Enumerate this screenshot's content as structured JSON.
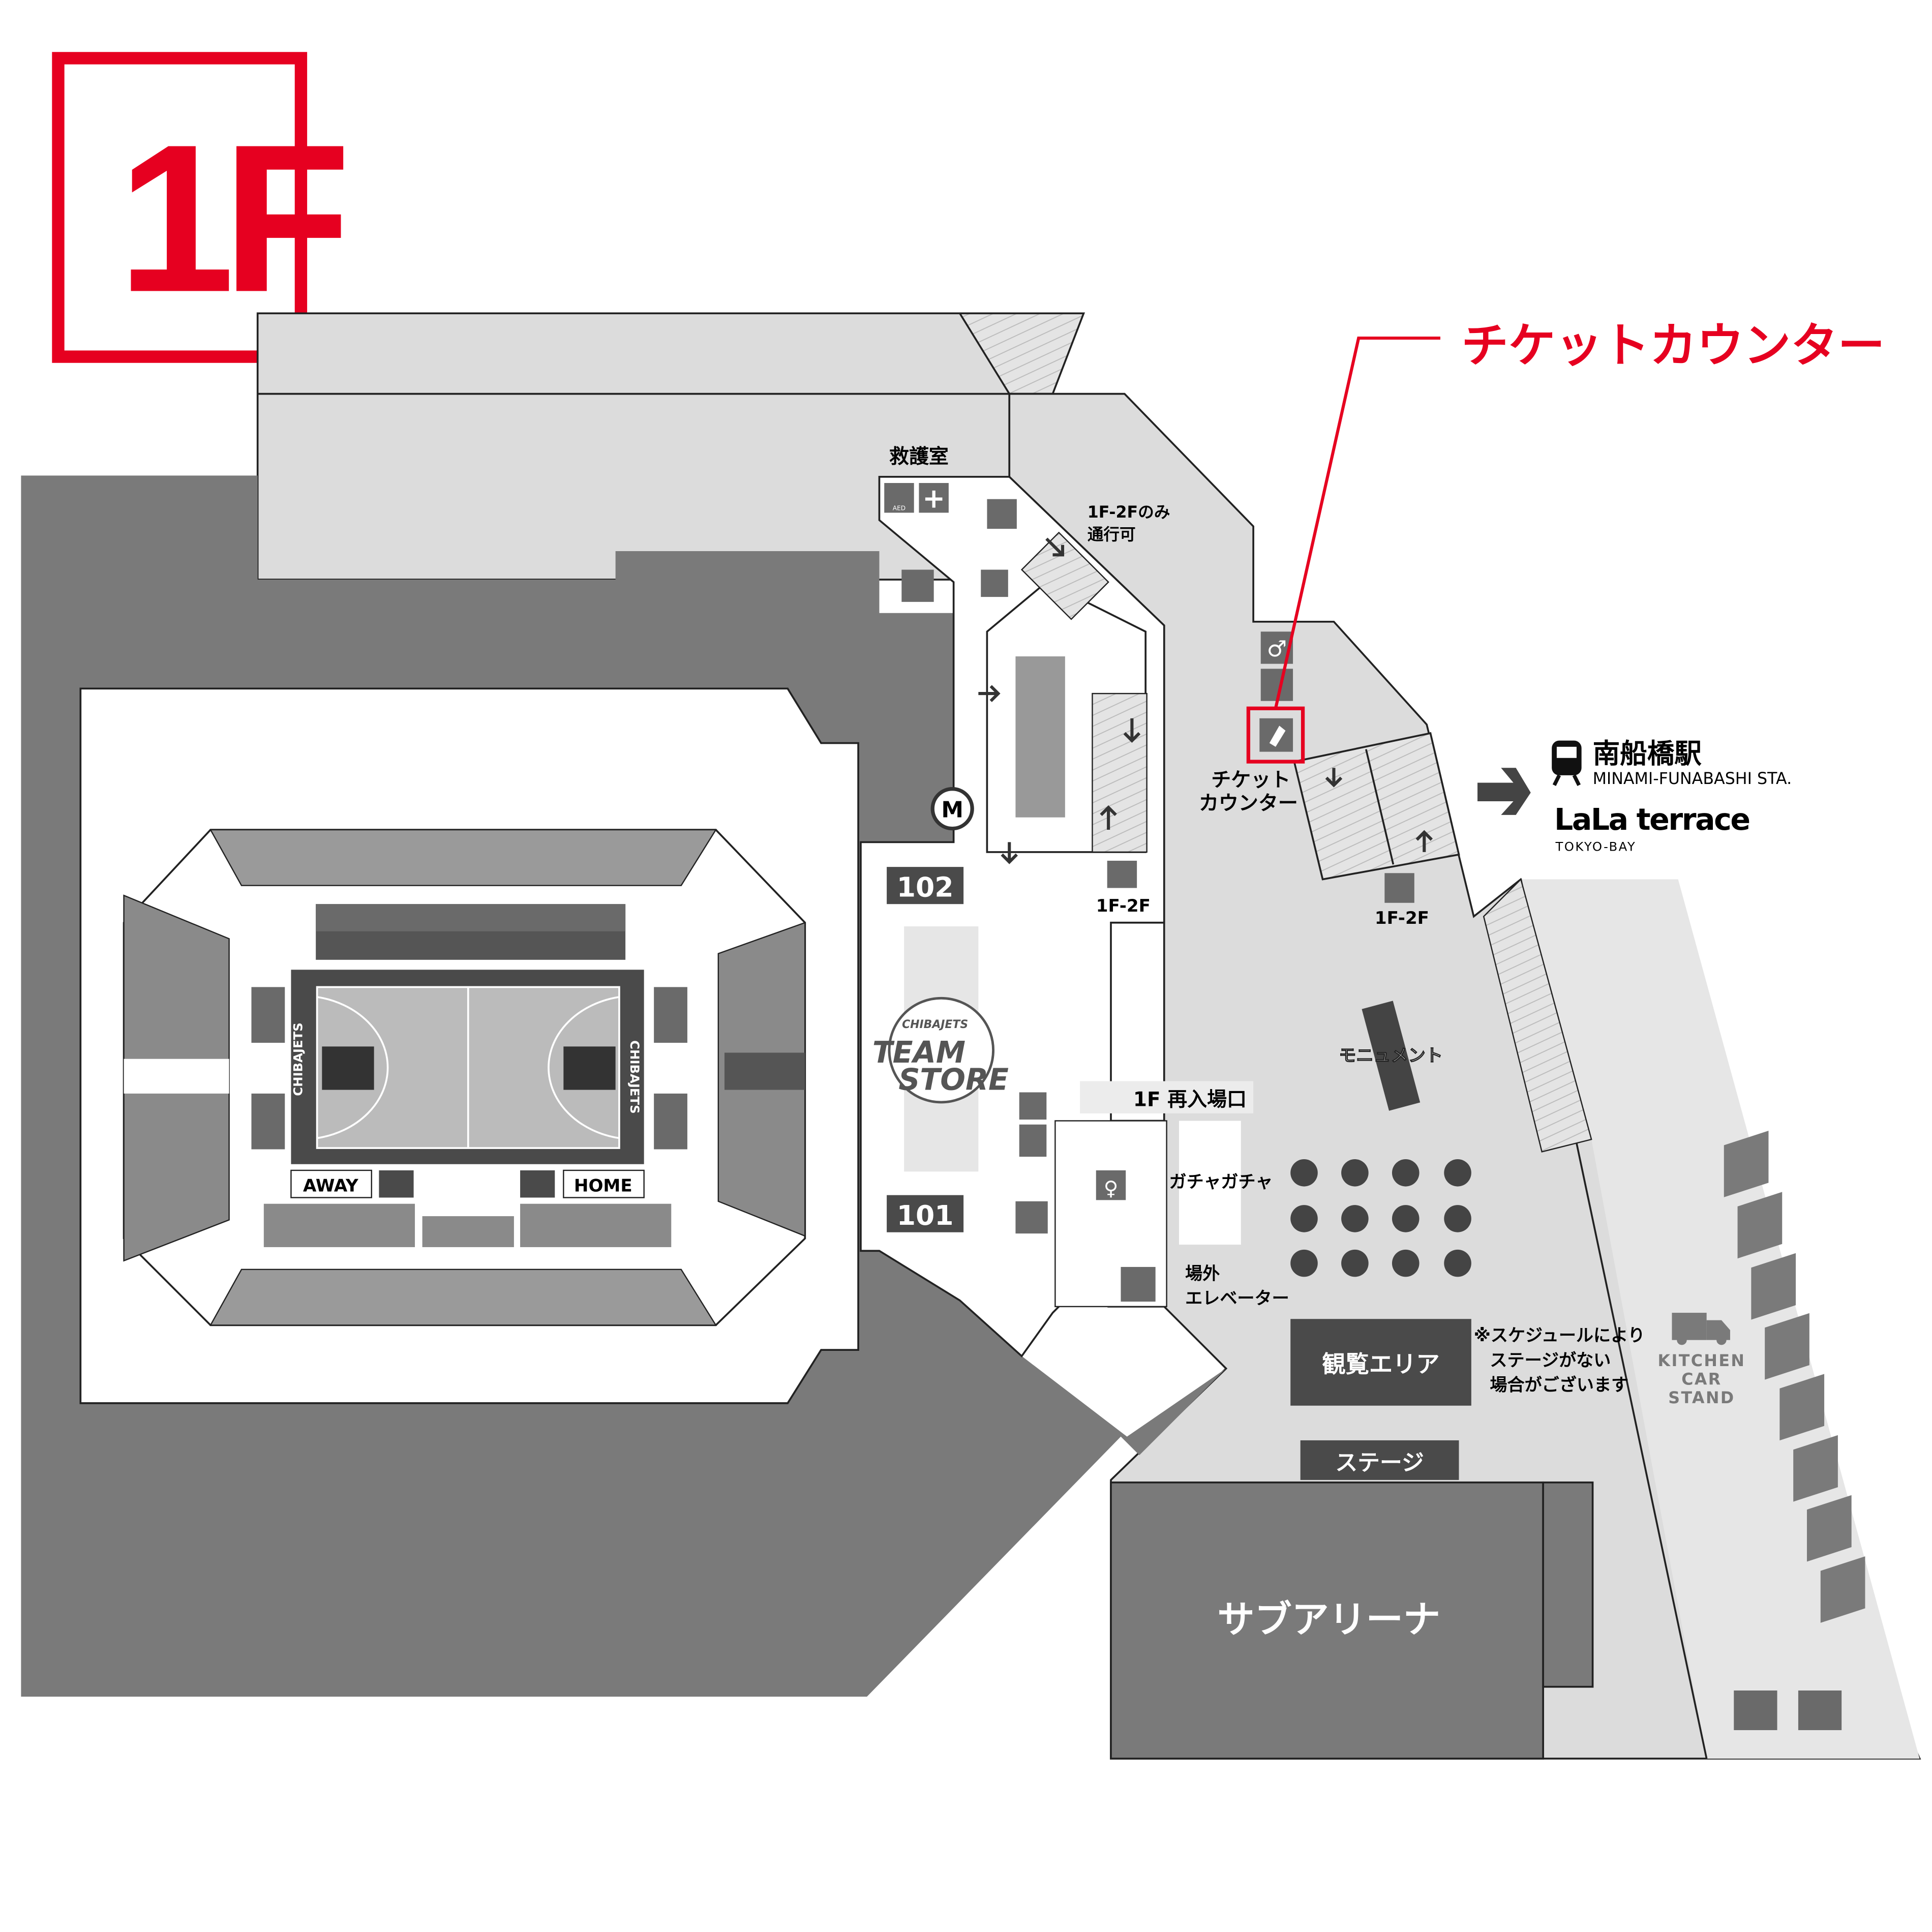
{
  "floor": {
    "label": "1F",
    "color": "#e60020"
  },
  "callout": {
    "label": "チケットカウンター",
    "color": "#e60020"
  },
  "rooms": {
    "first_aid": "救護室",
    "one_way_line1": "1F-2Fのみ",
    "one_way_line2": "通行可",
    "ticket_counter_line1": "チケット",
    "ticket_counter_line2": "カウンター",
    "stairs_label": "1F-2F",
    "escalator_label": "1F-2F",
    "gate_102": "102",
    "gate_101": "101",
    "reentry": "1F 再入場口",
    "gacha": "ガチャガチャ",
    "ext_elevator_line1": "場外",
    "ext_elevator_line2": "エレベーター",
    "monument": "モニュメント",
    "viewing_area": "観覧エリア",
    "stage": "ステージ",
    "note_line1": "※スケジュールにより",
    "note_line2": "ステージがない",
    "note_line3": "場合がございます",
    "sub_arena": "サブアリーナ",
    "kitchen_line1": "KITCHEN",
    "kitchen_line2": "CAR",
    "kitchen_line3": "STAND",
    "team_store_brand": "CHIBAJETS",
    "team_store_line1": "TEAM",
    "team_store_line2": "STORE",
    "away": "AWAY",
    "home": "HOME",
    "court_side_left": "CHIBAJETS",
    "court_side_right": "CHIBAJETS",
    "merch_marker": "M",
    "aed": "AED"
  },
  "destination": {
    "station_jp": "南船橋駅",
    "station_en": "MINAMI-FUNABASHI STA.",
    "mall": "LaLa terrace",
    "mall_sub": "TOKYO-BAY"
  },
  "colors": {
    "dark": "#7a7a7a",
    "darker": "#4a4a4a",
    "light": "#dcdcdc",
    "mid": "#b4b4b4",
    "icon": "#6a6a6a"
  }
}
